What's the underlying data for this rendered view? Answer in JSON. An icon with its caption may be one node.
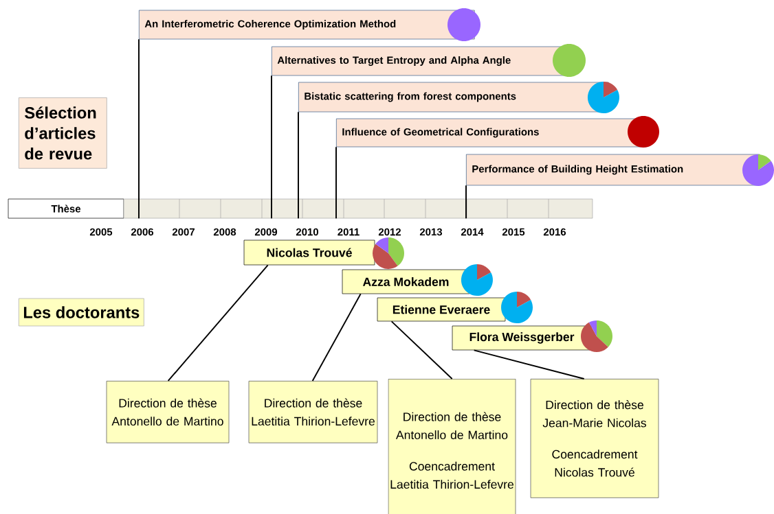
{
  "diagram": {
    "nodes": [
      {
        "text": [
          "Sélection d’articles de revue"
        ]
      },
      {
        "text": [
          "Les doctorants"
        ]
      },
      {
        "text": [
          "Thèse"
        ]
      },
      {
        "text": [],
        "shape": "bar"
      },
      {
        "text": [
          "An Interferometric Coherence Optimization Method"
        ]
      },
      {
        "text": [
          "Alternatives to Target Entropy and Alpha Angle"
        ]
      },
      {
        "text": [
          "Bistatic scattering from forest components"
        ]
      },
      {
        "text": [
          "Influence of Geometrical Configurations"
        ]
      },
      {
        "text": [
          "Performance of Building Height Estimation"
        ]
      },
      {
        "text": [
          "Nicolas Trouvé"
        ]
      },
      {
        "text": [
          "Azza Mokadem"
        ]
      },
      {
        "text": [
          "Etienne Everaere"
        ]
      },
      {
        "text": [
          "Flora Weissgerber"
        ]
      },
      {
        "text": [
          "Direction de thèse Antonello de Martino"
        ]
      },
      {
        "text": [
          "Direction de thèse Laetitia Thirion-Lefevre"
        ]
      },
      {
        "text": [
          "Direction de thèse Antonello de Martino",
          "Coencadrement Laetitia Thirion-Lefevre"
        ]
      },
      {
        "text": [
          "Direction de thèse Jean-Marie Nicolas",
          "Coencadrement Nicolas Trouvé"
        ]
      }
    ],
    "edges": [
      {
        "from": 4,
        "to": 3,
        "arrow": "none"
      },
      {
        "from": 5,
        "to": 3,
        "arrow": "none"
      },
      {
        "from": 6,
        "to": 3,
        "arrow": "none"
      },
      {
        "from": 7,
        "to": 3,
        "arrow": "none"
      },
      {
        "from": 8,
        "to": 3,
        "arrow": "none"
      },
      {
        "from": 9,
        "to": 13,
        "arrow": "none"
      },
      {
        "from": 10,
        "to": 14,
        "arrow": "none"
      },
      {
        "from": 11,
        "to": 15,
        "arrow": "none"
      },
      {
        "from": 12,
        "to": 16,
        "arrow": "none"
      }
    ],
    "labels": [
      "2005",
      "2006",
      "2007",
      "2008",
      "2009",
      "2010",
      "2011",
      "2012",
      "2013",
      "2014",
      "2015",
      "2016"
    ]
  }
}
